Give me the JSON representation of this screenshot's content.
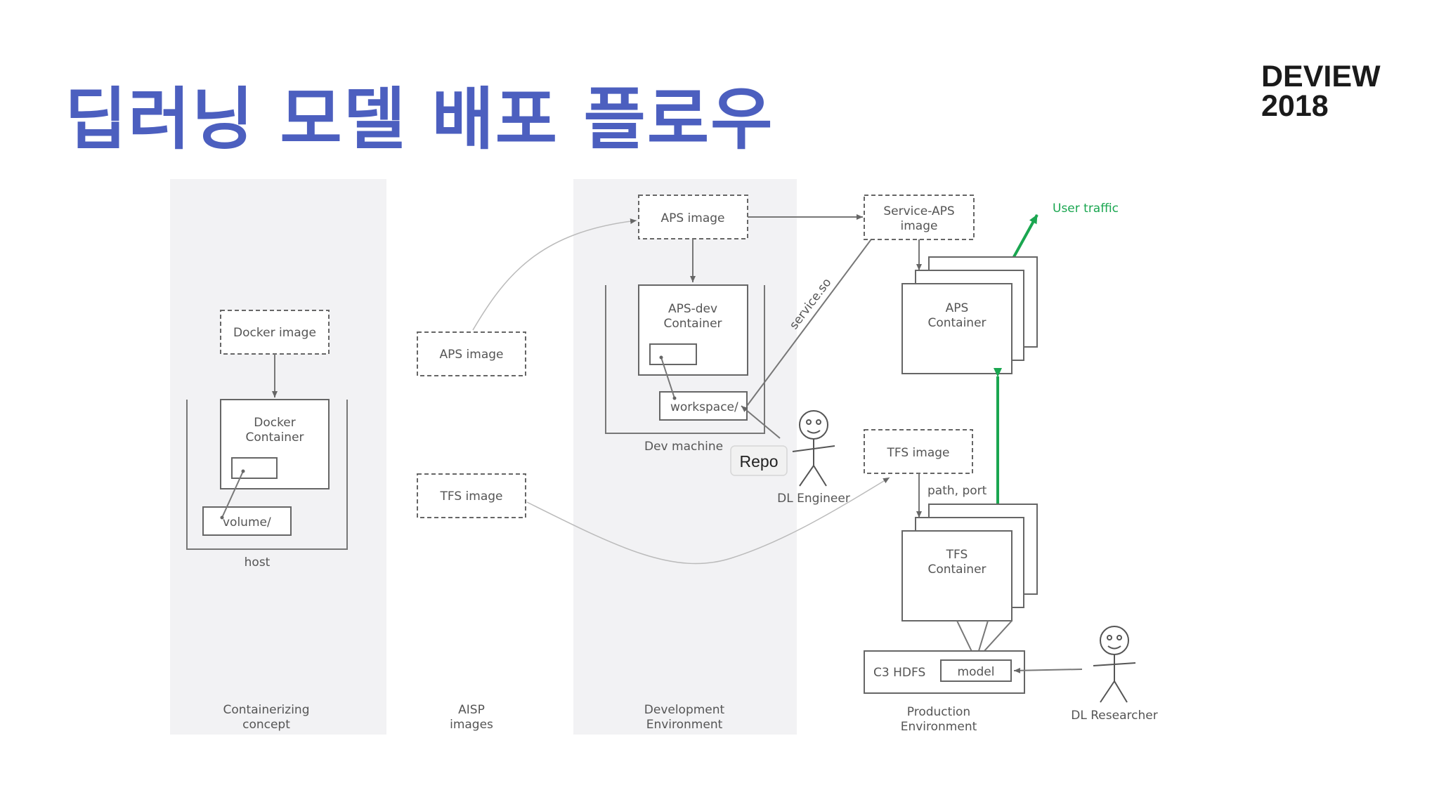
{
  "slide": {
    "title": "딥러닝 모델 배포 플로우",
    "brand_line1": "DEVIEW",
    "brand_line2": "2018"
  },
  "diagram": {
    "panels": {
      "containerizing": [
        "Containerizing",
        "concept"
      ],
      "aisp": [
        "AISP",
        "images"
      ],
      "development": [
        "Development",
        "Environment"
      ],
      "production": [
        "Production",
        "Environment"
      ]
    },
    "containerizing": {
      "docker_image": "Docker image",
      "docker_container": [
        "Docker",
        "Container"
      ],
      "volume": "volume/",
      "host": "host"
    },
    "aisp": {
      "aps_image": "APS image",
      "tfs_image": "TFS image"
    },
    "development": {
      "aps_image": "APS image",
      "aps_dev_container": [
        "APS-dev",
        "Container"
      ],
      "workspace": "workspace/",
      "dev_machine": "Dev machine",
      "repo": "Repo",
      "service_so": "service.so",
      "dl_engineer": "DL Engineer"
    },
    "production": {
      "service_aps_image": [
        "Service-APS",
        "image"
      ],
      "user_traffic": "User traffic",
      "aps_container": [
        "APS",
        "Container"
      ],
      "tfs_image": "TFS image",
      "path_port": "path, port",
      "tfs_container": [
        "TFS",
        "Container"
      ],
      "c3_hdfs": "C3 HDFS",
      "model": "model",
      "dl_researcher": "DL Researcher"
    },
    "colors": {
      "title": "#4c5fbf",
      "panel_background": "#f2f2f4",
      "traffic_arrow": "#1aa650"
    }
  }
}
